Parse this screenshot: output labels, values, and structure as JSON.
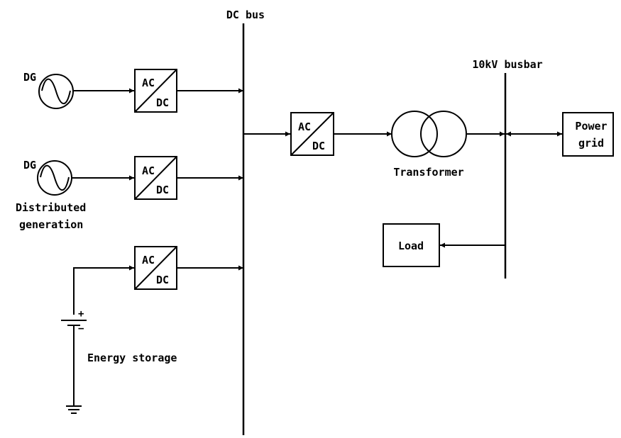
{
  "labels": {
    "dc_bus": "DC bus",
    "busbar_10kv": "10kV busbar",
    "dg_1": "DG",
    "dg_2": "DG",
    "distributed_generation": [
      "Distributed",
      "generation"
    ],
    "energy_storage": "Energy storage",
    "transformer": "Transformer",
    "power_grid": [
      "Power",
      "grid"
    ],
    "load": "Load",
    "battery_plus": "+",
    "battery_minus": "−"
  },
  "converters": [
    {
      "top": "AC",
      "bottom": "DC"
    },
    {
      "top": "AC",
      "bottom": "DC"
    },
    {
      "top": "AC",
      "bottom": "DC"
    },
    {
      "top": "AC",
      "bottom": "DC"
    }
  ]
}
